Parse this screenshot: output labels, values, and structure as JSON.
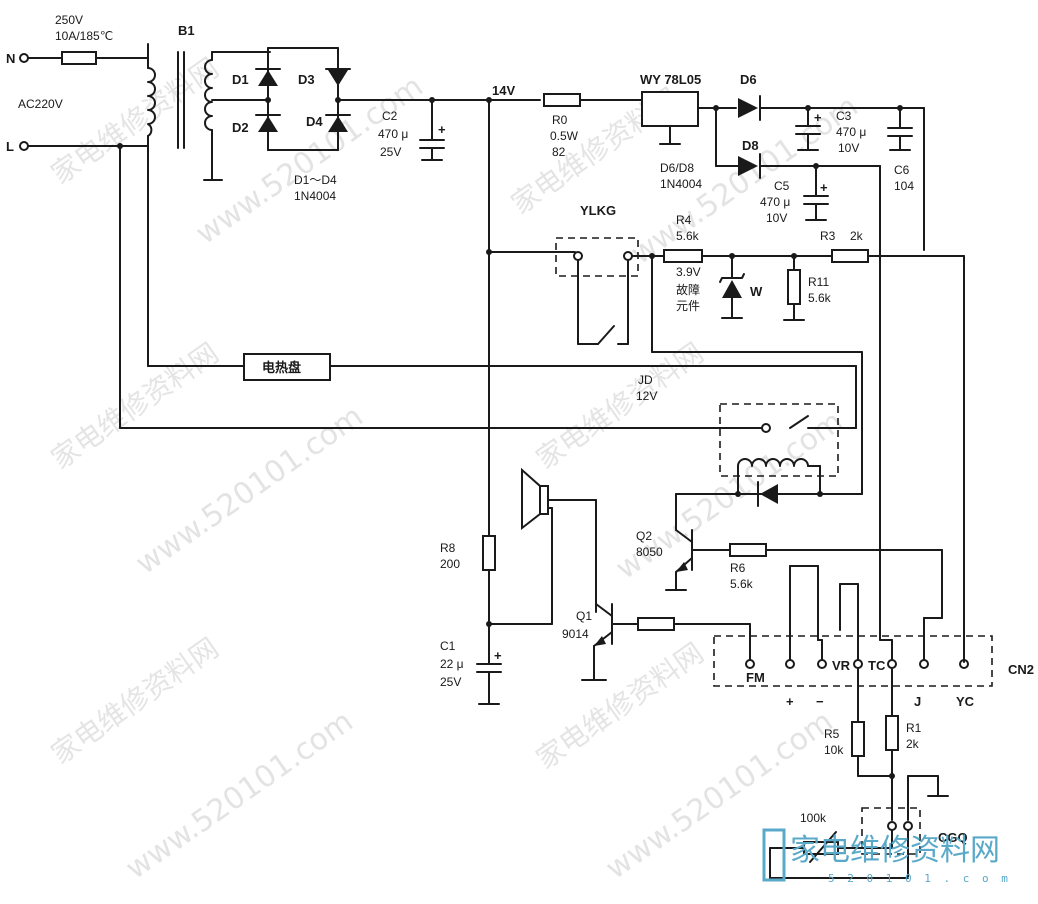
{
  "watermark": {
    "site_cn": "家电维修资料网",
    "site_url": "www.520101.com"
  },
  "logo": {
    "text": "家电维修资料网",
    "sub": "5 2 0 1 0 1 . c o m"
  },
  "input": {
    "terminal_n": "N",
    "terminal_l": "L",
    "mains": "AC220V",
    "fuse_rating_1": "250V",
    "fuse_rating_2": "10A/185℃"
  },
  "transformer": {
    "label": "B1"
  },
  "rectifier": {
    "d1": "D1",
    "d2": "D2",
    "d3": "D3",
    "d4": "D4",
    "part_1": "D1～D4",
    "part_2": "1N4004"
  },
  "c2": {
    "name": "C2",
    "value": "470 μ",
    "voltage": "25V"
  },
  "rail": {
    "label": "14V"
  },
  "r0": {
    "name": "R0",
    "power": "0.5W",
    "value": "82"
  },
  "regulator": {
    "label": "WY 78L05"
  },
  "d6": {
    "name": "D6"
  },
  "d8": {
    "name": "D8"
  },
  "d6d8_part": {
    "line1": "D6/D8",
    "line2": "1N4004"
  },
  "c3": {
    "name": "C3",
    "value": "470 μ",
    "voltage": "10V"
  },
  "c6": {
    "name": "C6",
    "value": "104"
  },
  "c5": {
    "name": "C5",
    "value": "470 μ",
    "voltage": "10V"
  },
  "ylkg": {
    "label": "YLKG"
  },
  "r4": {
    "name": "R4",
    "value": "5.6k"
  },
  "zener": {
    "voltage": "3.9V",
    "fault_1": "故障",
    "fault_2": "元件",
    "name": "W"
  },
  "r3": {
    "name": "R3",
    "value": "2k"
  },
  "r11": {
    "name": "R11",
    "value": "5.6k"
  },
  "heater": {
    "label": "电热盘"
  },
  "relay": {
    "name": "JD",
    "voltage": "12V"
  },
  "q2": {
    "name": "Q2",
    "part": "8050"
  },
  "r6": {
    "name": "R6",
    "value": "5.6k"
  },
  "r8": {
    "name": "R8",
    "value": "200"
  },
  "c1": {
    "name": "C1",
    "value": "22 μ",
    "voltage": "25V"
  },
  "q1": {
    "name": "Q1",
    "part": "9014"
  },
  "cn2": {
    "label": "CN2",
    "pins": [
      "FM",
      "+",
      "−",
      "VR",
      "TC",
      "J",
      "YC"
    ]
  },
  "r5": {
    "name": "R5",
    "value": "10k"
  },
  "r1": {
    "name": "R1",
    "value": "2k"
  },
  "ntc": {
    "value": "100k",
    "label": "CGQ"
  },
  "polarity": {
    "plus": "+"
  }
}
